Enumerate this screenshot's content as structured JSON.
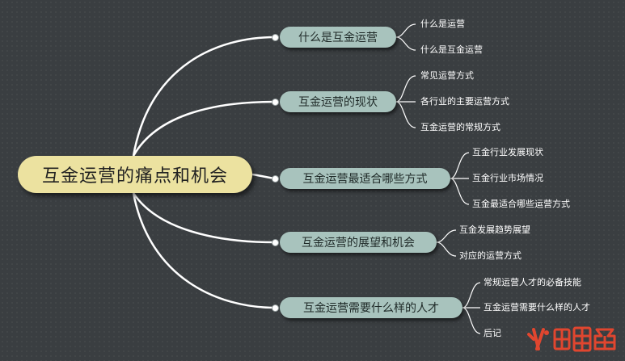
{
  "mindmap": {
    "root": "互金运营的痛点和机会",
    "branches": [
      {
        "label": "什么是互金运营",
        "children": [
          "什么是运营",
          "什么是互金运营"
        ]
      },
      {
        "label": "互金运营的现状",
        "children": [
          "常见运营方式",
          "各行业的主要运营方式",
          "互金运营的常规方式"
        ]
      },
      {
        "label": "互金运营最适合哪些方式",
        "children": [
          "互金行业发展现状",
          "互金行业市场情况",
          "互金最适合哪些运营方式"
        ]
      },
      {
        "label": "互金运营的展望和机会",
        "children": [
          "互金发展趋势展望",
          "对应的运营方式"
        ]
      },
      {
        "label": "互金运营需要什么样的人才",
        "children": [
          "常规运营人才的必备技能",
          "互金运营需要什么样的人才",
          "后记"
        ]
      }
    ]
  },
  "colors": {
    "background": "#3a3e41",
    "root_fill": "#ece2a0",
    "branch_fill": "#a8c3bd",
    "line": "#ffffff"
  }
}
